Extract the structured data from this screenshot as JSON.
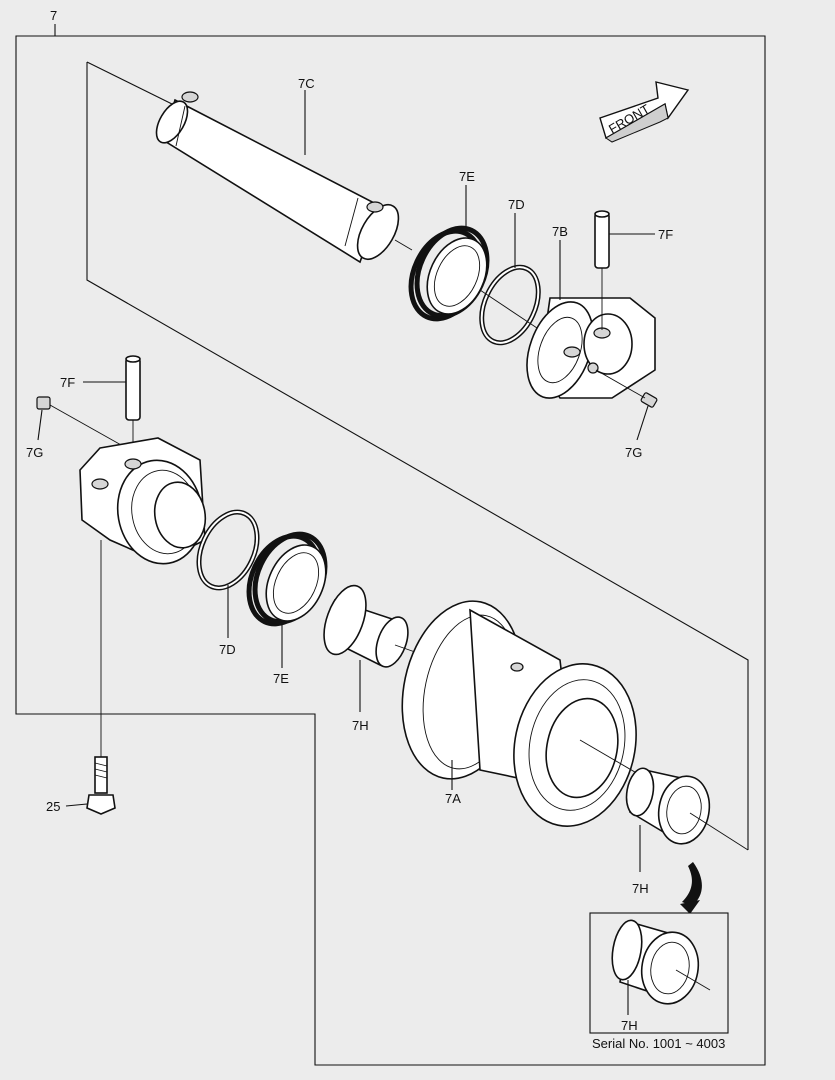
{
  "diagram": {
    "group_label": "7",
    "front_label": "FRONT",
    "callouts": {
      "c_7C": "7C",
      "c_7E_top": "7E",
      "c_7D_top": "7D",
      "c_7B": "7B",
      "c_7F_right": "7F",
      "c_7G_right": "7G",
      "c_7F_left": "7F",
      "c_7G_left": "7G",
      "c_7D_bottom": "7D",
      "c_7E_bottom": "7E",
      "c_7H_left": "7H",
      "c_7A": "7A",
      "c_7H_right": "7H",
      "c_25": "25",
      "c_7H_inset": "7H"
    },
    "inset_caption": "Serial No. 1001 ~ 4003"
  }
}
